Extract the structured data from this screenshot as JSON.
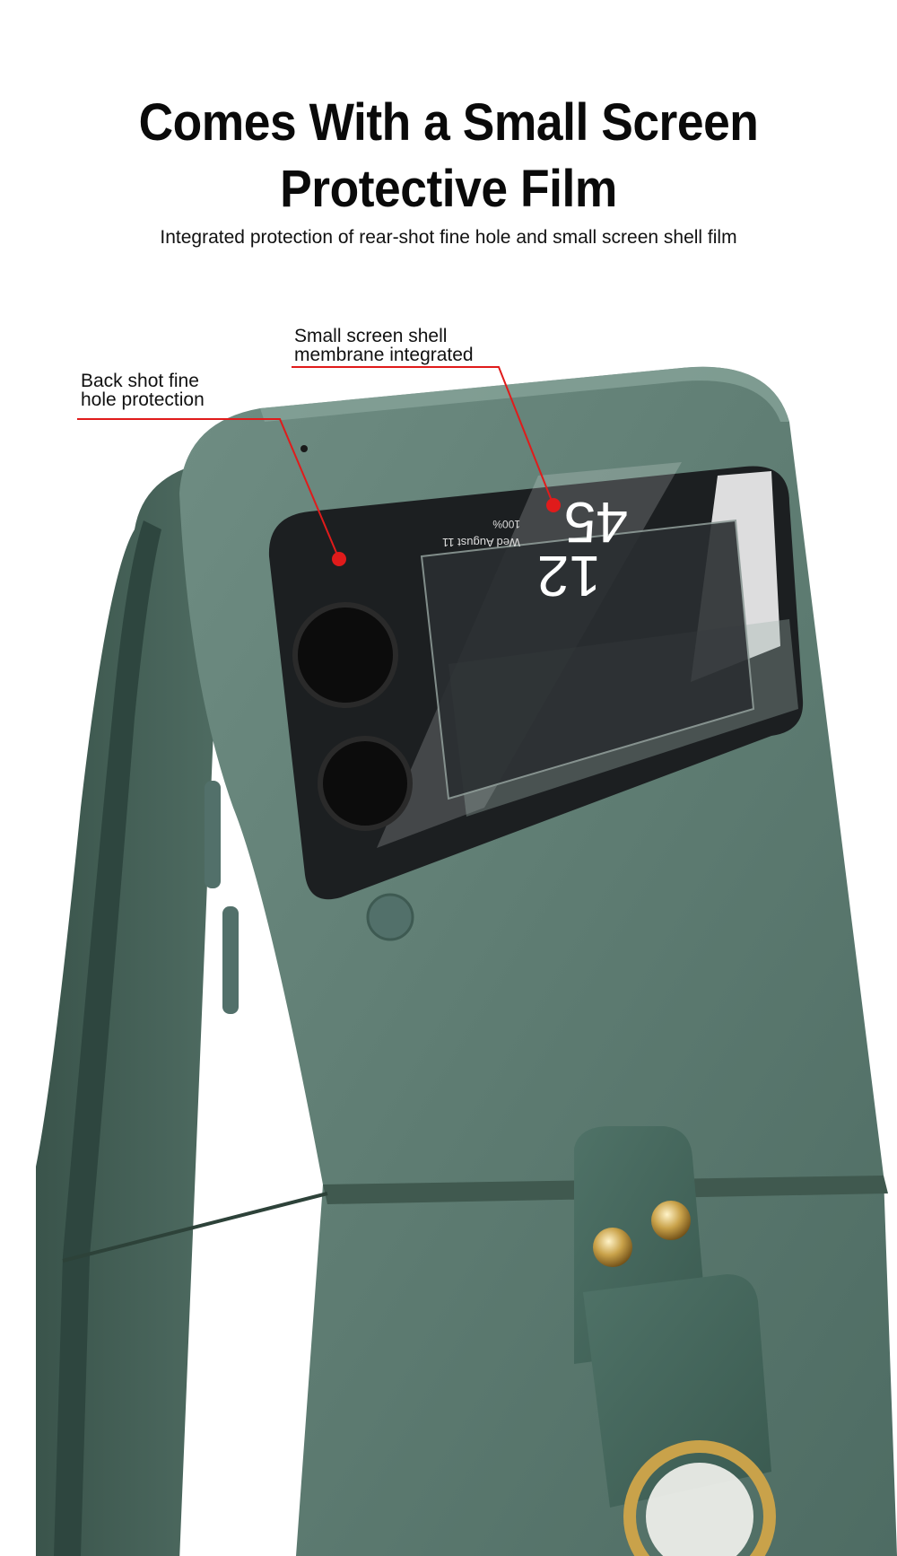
{
  "header": {
    "title_line1": "Comes With a Small Screen",
    "title_line2": "Protective Film",
    "subtitle": "Integrated protection of rear-shot fine hole and small screen shell film"
  },
  "callouts": {
    "back_shot": {
      "line1": "Back shot fine",
      "line2": "hole protection"
    },
    "small_screen": {
      "line1": "Small screen shell",
      "line2": "membrane integrated"
    }
  },
  "screen": {
    "time_hours": "12",
    "time_minutes": "45",
    "date": "Wed August 11",
    "battery": "100%"
  },
  "colors": {
    "case_green": "#5c7a70",
    "case_dark": "#3c564d",
    "accent_red": "#e01b1b",
    "gold": "#c9a24a"
  }
}
